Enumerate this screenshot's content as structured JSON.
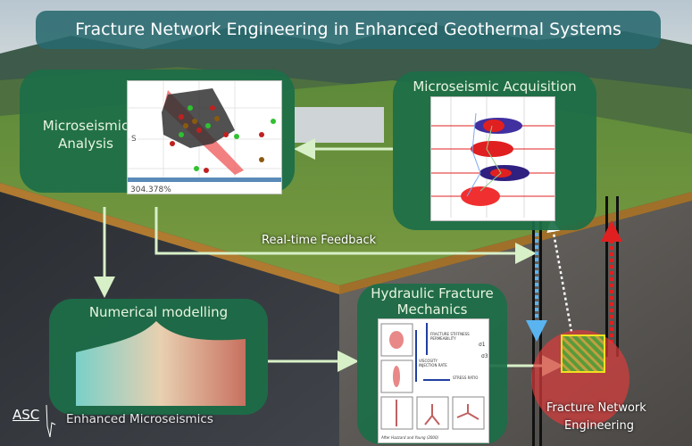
{
  "title": "Fracture Network Engineering in Enhanced Geothermal Systems",
  "panels": {
    "analysis": {
      "line1": "Microseismic",
      "line2": "Analysis",
      "axis_label": "S",
      "footer": "304.378%"
    },
    "acquisition": {
      "title": "Microseismic Acquisition"
    },
    "modelling": {
      "title": "Numerical modelling"
    },
    "hydraulic": {
      "line1": "Hydraulic Fracture",
      "line2": "Mechanics",
      "fig": {
        "stiffness": "FRACTURE STIFFNESS",
        "permeability": "PERMEABILITY",
        "viscosity": "VISCOSITY",
        "injection": "INJECTION RATE",
        "stress_ratio": "STRESS RATIO",
        "sigma1": "σ1",
        "sigma3": "σ3",
        "credit": "After Hazzard and Young (2000)"
      }
    }
  },
  "labels": {
    "feedback": "Real-time Feedback",
    "enhanced": "Enhanced Microseismics",
    "fne_line1": "Fracture Network",
    "fne_line2": "Engineering"
  },
  "logo": "ASC",
  "colors": {
    "panel": "#1c6e48",
    "arrow": "#d8f0c8",
    "blue_arrow": "#5ab4f0",
    "red_arrow": "#e02020",
    "target": "#f0e020"
  }
}
